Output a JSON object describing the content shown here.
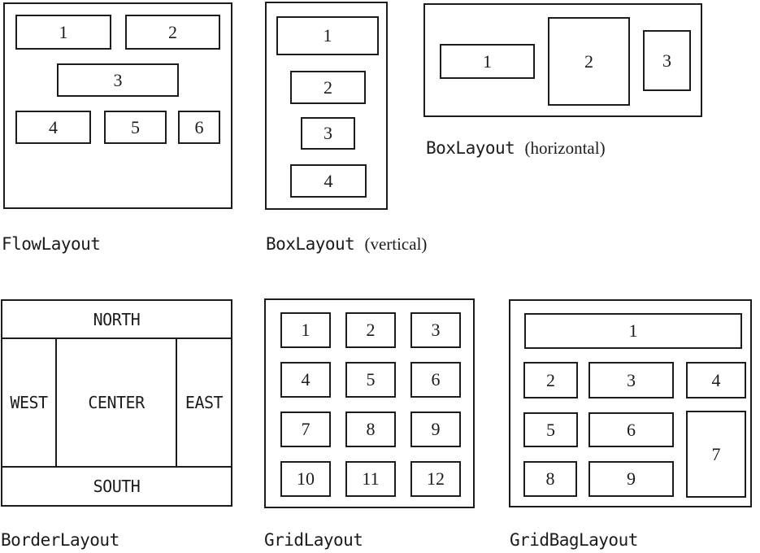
{
  "colors": {
    "line": "#1c1c1c",
    "background": "#ffffff"
  },
  "panels": {
    "flow": {
      "label": "FlowLayout",
      "boxes": [
        "1",
        "2",
        "3",
        "4",
        "5",
        "6"
      ]
    },
    "box_vertical": {
      "label": "BoxLayout",
      "suffix": "(vertical)",
      "boxes": [
        "1",
        "2",
        "3",
        "4"
      ]
    },
    "box_horizontal": {
      "label": "BoxLayout",
      "suffix": "(horizontal)",
      "boxes": [
        "1",
        "2",
        "3"
      ]
    },
    "border": {
      "label": "BorderLayout",
      "regions": {
        "north": "NORTH",
        "west": "WEST",
        "center": "CENTER",
        "east": "EAST",
        "south": "SOUTH"
      }
    },
    "grid": {
      "label": "GridLayout",
      "boxes": [
        "1",
        "2",
        "3",
        "4",
        "5",
        "6",
        "7",
        "8",
        "9",
        "10",
        "11",
        "12"
      ]
    },
    "gridbag": {
      "label": "GridBagLayout",
      "boxes": [
        "1",
        "2",
        "3",
        "4",
        "5",
        "6",
        "7",
        "8",
        "9"
      ]
    }
  }
}
